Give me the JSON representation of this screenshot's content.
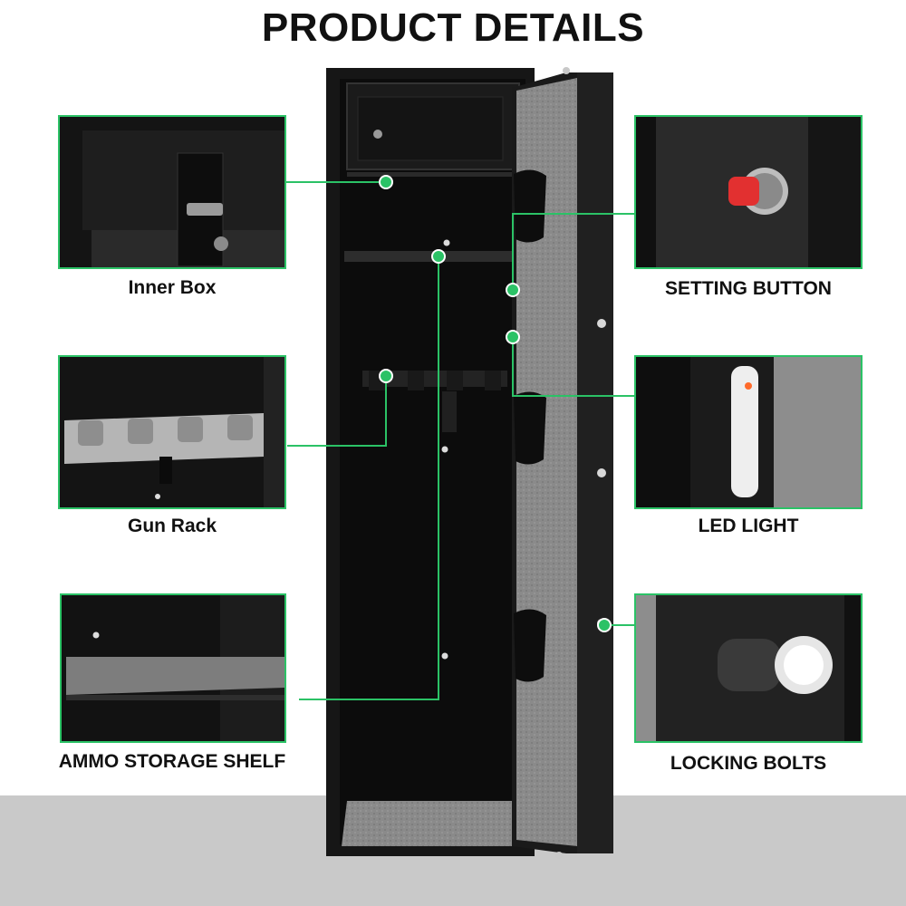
{
  "title": "PRODUCT DETAILS",
  "features": {
    "inner_box": "Inner Box",
    "gun_rack": "Gun Rack",
    "ammo_shelf": "AMMO STORAGE SHELF",
    "setting_button": "SETTING BUTTON",
    "led_light": "LED LIGHT",
    "locking_bolts": "LOCKING BOLTS"
  },
  "colors": {
    "accent": "#2bc266",
    "background": "#ffffff",
    "floor": "#c9c9c9"
  }
}
